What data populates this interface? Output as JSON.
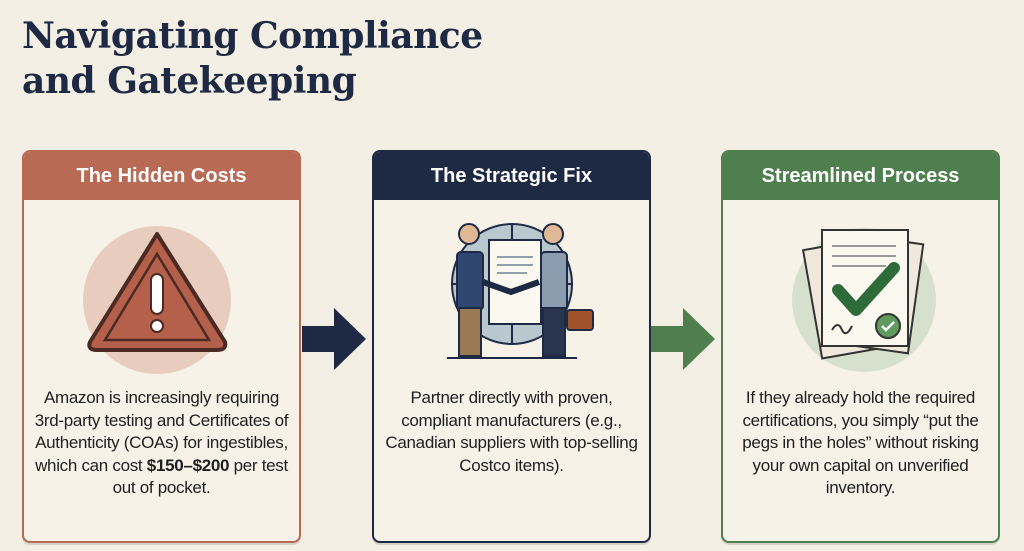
{
  "title_line1": "Navigating Compliance",
  "title_line2": "and Gatekeeping",
  "colors": {
    "hidden_costs": "#b86a54",
    "strategic_fix": "#1e2a44",
    "streamlined": "#4f7f4f",
    "background": "#f3efe4"
  },
  "cards": [
    {
      "heading": "The Hidden Costs",
      "icon": "warning-icon",
      "text_before": "Amazon is increasingly requiring 3rd-party testing and Certificates of Authenticity (COAs) for ingestibles, which can cost ",
      "text_bold": "$150–$200",
      "text_after": " per test out of pocket."
    },
    {
      "heading": "The Strategic Fix",
      "icon": "handshake-icon",
      "text": "Partner directly with proven, compliant manufacturers (e.g., Canadian suppliers with top-selling Costco items)."
    },
    {
      "heading": "Streamlined Process",
      "icon": "certified-documents-icon",
      "text": "If they already hold the required certifications, you simply “put the pegs in the holes” without risking your own capital on unverified inventory."
    }
  ]
}
